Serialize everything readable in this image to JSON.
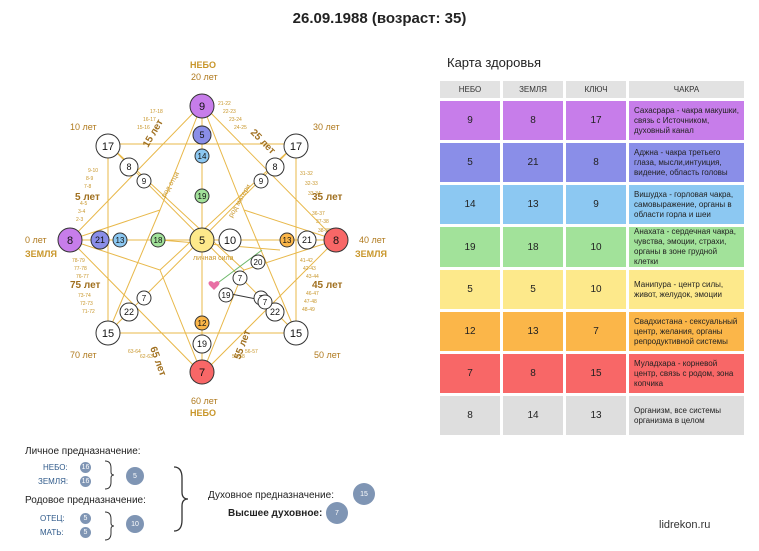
{
  "header": {
    "title": "26.09.1988 (возраст: 35)"
  },
  "matrix": {
    "labels": {
      "top_sky": "НЕБО",
      "top_age": "20 лет",
      "bottom_sky": "НЕБО",
      "bottom_age": "60 лет",
      "left_earth": "ЗЕМЛЯ",
      "left_age": "0 лет",
      "right_earth": "ЗЕМЛЯ",
      "right_age": "40 лет",
      "age_10": "10 лет",
      "age_30": "30 лет",
      "age_50": "50 лет",
      "age_70": "70 лет",
      "age_5": "5 лет",
      "age_15": "15 лет",
      "age_25": "25 лет",
      "age_35": "35 лет",
      "age_45": "45 лет",
      "age_55": "55 лет",
      "age_65": "65 лет",
      "age_75": "75 лет",
      "father_line": "род отца",
      "mother_line": "род матери",
      "personal_power": "личная сила",
      "heart_icon": "heart-icon"
    },
    "nodes": {
      "top_outer": "9",
      "top_mid": "5",
      "top_inner": "14",
      "left_outer": "8",
      "left_mid": "21",
      "left_inner": "13",
      "right_outer": "8",
      "right_mid": "21",
      "right_inner": "13",
      "bottom_outer": "7",
      "bottom_mid": "19",
      "bottom_inner": "12",
      "center": "5",
      "center_right": "10",
      "heart_line": "18",
      "chest": "19",
      "tl_outer": "17",
      "tl_mid": "8",
      "tl_inner": "9",
      "tr_outer": "17",
      "tr_mid": "8",
      "tr_inner": "9",
      "bl_outer": "15",
      "bl_mid": "22",
      "bl_inner": "7",
      "br_outer": "15",
      "br_mid": "22",
      "br_inner": "7",
      "money_20": "20",
      "money_7a": "7",
      "money_7b": "7",
      "money_19": "19"
    }
  },
  "health": {
    "title": "Карта здоровья",
    "headers": [
      "НЕБО",
      "ЗЕМЛЯ",
      "КЛЮЧ",
      "ЧАКРА"
    ],
    "rows": [
      {
        "sky": "9",
        "earth": "8",
        "key": "17",
        "chakra": "Сахасрара - чакра макушки, связь с Источником, духовный канал",
        "color": "#c77dea"
      },
      {
        "sky": "5",
        "earth": "21",
        "key": "8",
        "chakra": "Аджна - чакра третьего глаза, мысли,интуиция, видение, область головы",
        "color": "#8a8ee8"
      },
      {
        "sky": "14",
        "earth": "13",
        "key": "9",
        "chakra": "Вишудха - горловая чакра, самовыражение, органы в области горла и шеи",
        "color": "#8cc8f2"
      },
      {
        "sky": "19",
        "earth": "18",
        "key": "10",
        "chakra": "Анахата - сердечная чакра, чувства, эмоции, страхи, органы в зоне грудной клетки",
        "color": "#a2e29a"
      },
      {
        "sky": "5",
        "earth": "5",
        "key": "10",
        "chakra": "Манипура - центр силы, живот, желудок, эмоции",
        "color": "#fde98b"
      },
      {
        "sky": "12",
        "earth": "13",
        "key": "7",
        "chakra": "Свадхистана - сексуальный центр, желания, органы репродуктивной системы",
        "color": "#fbb649"
      },
      {
        "sky": "7",
        "earth": "8",
        "key": "15",
        "chakra": "Муладхара - корневой центр, связь с родом, зона копчика",
        "color": "#f86767"
      },
      {
        "sky": "8",
        "earth": "14",
        "key": "13",
        "chakra": "Организм, все системы организма в целом",
        "color": "#dedede"
      }
    ]
  },
  "purpose": {
    "personal_title": "Личное предназначение:",
    "sky_label": "НЕБО:",
    "sky_value": "16",
    "earth_label": "ЗЕМЛЯ:",
    "earth_value": "16",
    "personal_value": "5",
    "family_title": "Родовое предназначение:",
    "father_label": "ОТЕЦ:",
    "father_value": "5",
    "mother_label": "МАТЬ:",
    "mother_value": "5",
    "family_value": "10",
    "spiritual_title": "Духовное предназначение:",
    "spiritual_value": "15",
    "higher_title": "Высшее духовное:",
    "higher_value": "7"
  },
  "footer": {
    "site": "lidrekon.ru"
  },
  "colors": {
    "line": "#e8b84a",
    "purple": "#c77dea",
    "blue": "#8a8ee8",
    "sky": "#8cc8f2",
    "green": "#a2e29a",
    "yellow": "#fde98b",
    "orange": "#fbb649",
    "red": "#f86767"
  }
}
